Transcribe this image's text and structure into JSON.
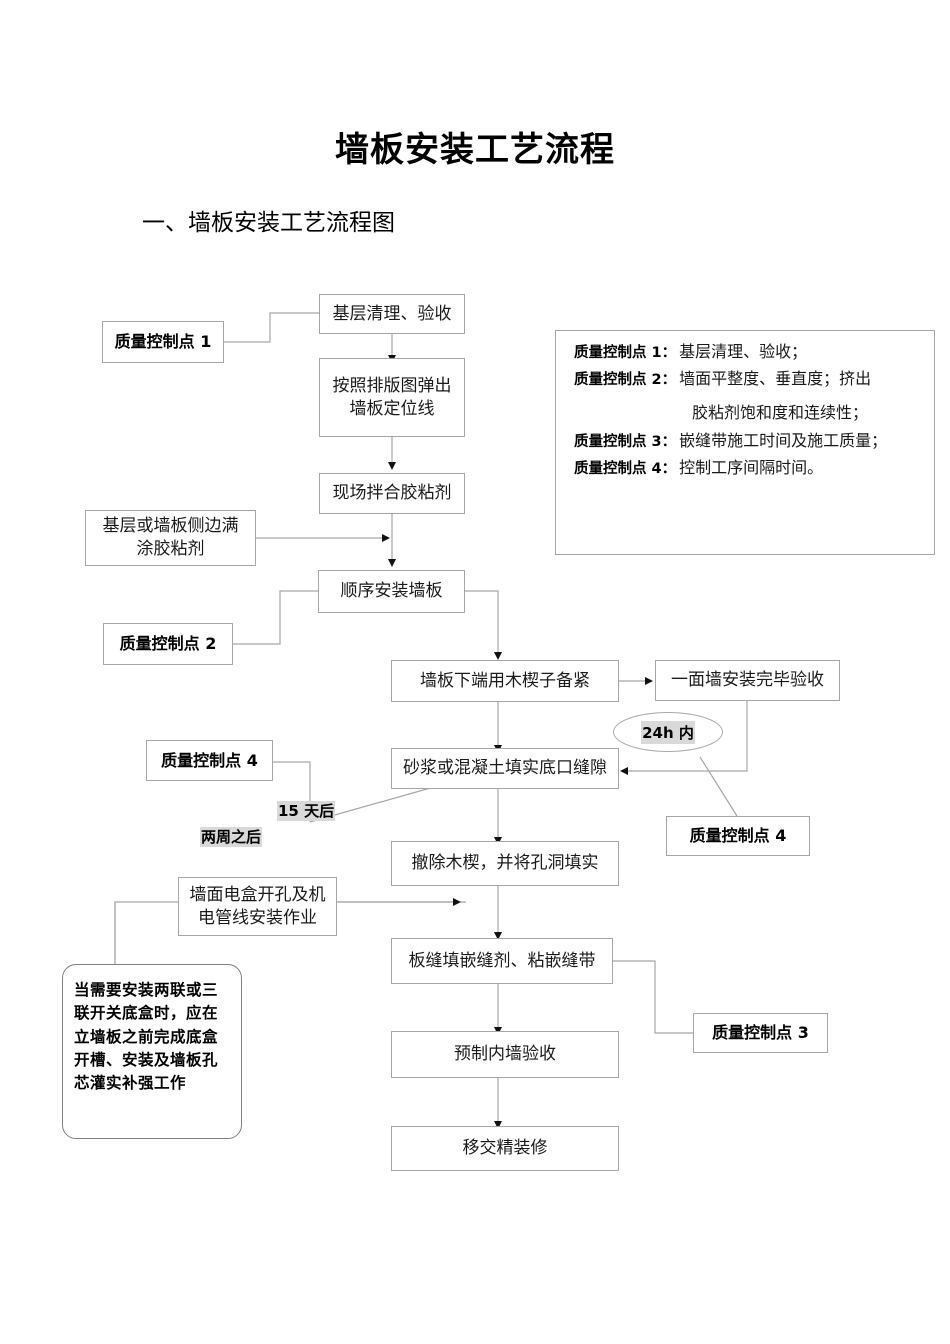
{
  "document": {
    "title": "墙板安装工艺流程",
    "subtitle": "一、墙板安装工艺流程图"
  },
  "legend": {
    "rows": [
      {
        "key": "质量控制点 1：",
        "value": "基层清理、验收；"
      },
      {
        "key": "质量控制点 2：",
        "value": "墙面平整度、垂直度；挤出",
        "continuation": "胶粘剂饱和度和连续性；"
      },
      {
        "key": "质量控制点 3：",
        "value": "嵌缝带施工时间及施工质量；"
      },
      {
        "key": "质量控制点 4：",
        "value": "控制工序间隔时间。"
      }
    ]
  },
  "flow": {
    "main_nodes": [
      {
        "id": "n1",
        "label": "基层清理、验收"
      },
      {
        "id": "n2",
        "label": "按照排版图弹出\n墙板定位线"
      },
      {
        "id": "n3",
        "label": "现场拌合胶粘剂"
      },
      {
        "id": "n4",
        "label": "顺序安装墙板"
      },
      {
        "id": "n5",
        "label": "墙板下端用木楔子备紧"
      },
      {
        "id": "n6",
        "label": "砂浆或混凝土填实底口缝隙"
      },
      {
        "id": "n7",
        "label": "撤除木楔，并将孔洞填实"
      },
      {
        "id": "n8",
        "label": "板缝填嵌缝剂、粘嵌缝带"
      },
      {
        "id": "n9",
        "label": "预制内墙验收"
      },
      {
        "id": "n10",
        "label": "移交精装修"
      }
    ],
    "side_nodes": [
      {
        "id": "s1",
        "label": "基层或墙板侧边满\n涂胶粘剂"
      },
      {
        "id": "s2",
        "label": "一面墙安装完毕验收"
      },
      {
        "id": "s3",
        "label": "墙面电盒开孔及机\n电管线安装作业"
      }
    ],
    "qcp_nodes": [
      {
        "id": "q1",
        "label": "质量控制点 1"
      },
      {
        "id": "q2",
        "label": "质量控制点 2"
      },
      {
        "id": "q4a",
        "label": "质量控制点 4"
      },
      {
        "id": "q4b",
        "label": "质量控制点 4"
      },
      {
        "id": "q3",
        "label": "质量控制点 3"
      }
    ],
    "timing_ellipse": {
      "label": "24h 内"
    },
    "timing_tags": [
      {
        "id": "t1",
        "label": "15 天后"
      },
      {
        "id": "t2",
        "label": "两周之后"
      }
    ],
    "note": "当需要安装两联或三联开关底盒时，应在立墙板之前完成底盒开槽、安装及墙板孔芯灌实补强工作"
  }
}
